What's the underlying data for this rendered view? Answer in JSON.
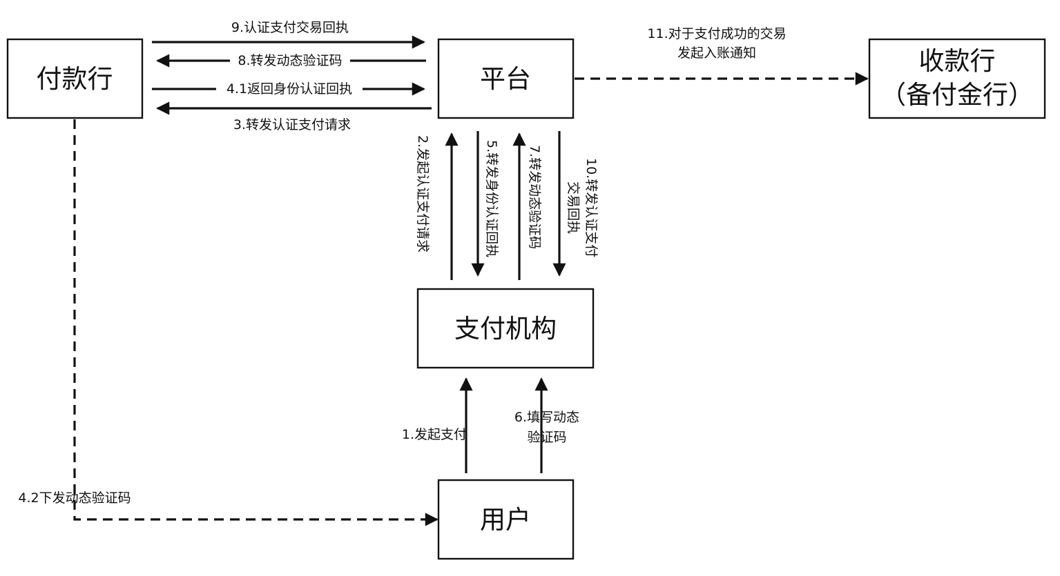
{
  "nodes": {
    "payer_bank": "付款行",
    "platform": "平台",
    "payee_bank": [
      "收款行",
      "（备付金行）"
    ],
    "payment_institution": "支付机构",
    "user": "用户"
  },
  "edges": {
    "e9": "9.认证支付交易回执",
    "e8": "8.转发动态验证码",
    "e4_1": "4.1返回身份认证回执",
    "e3": "3.转发认证支付请求",
    "e11": [
      "11.对于支付成功的交易",
      "发起入账通知"
    ],
    "e2": "2.发起认证支付请求",
    "e5": "5.转发身份认证回执",
    "e7": "7.转发动态验证码",
    "e10": [
      "10.转发认证支付",
      "交易回执"
    ],
    "e1": "1.发起支付",
    "e6": [
      "6.填写动态",
      "验证码"
    ],
    "e4_2": "4.2下发动态验证码"
  }
}
